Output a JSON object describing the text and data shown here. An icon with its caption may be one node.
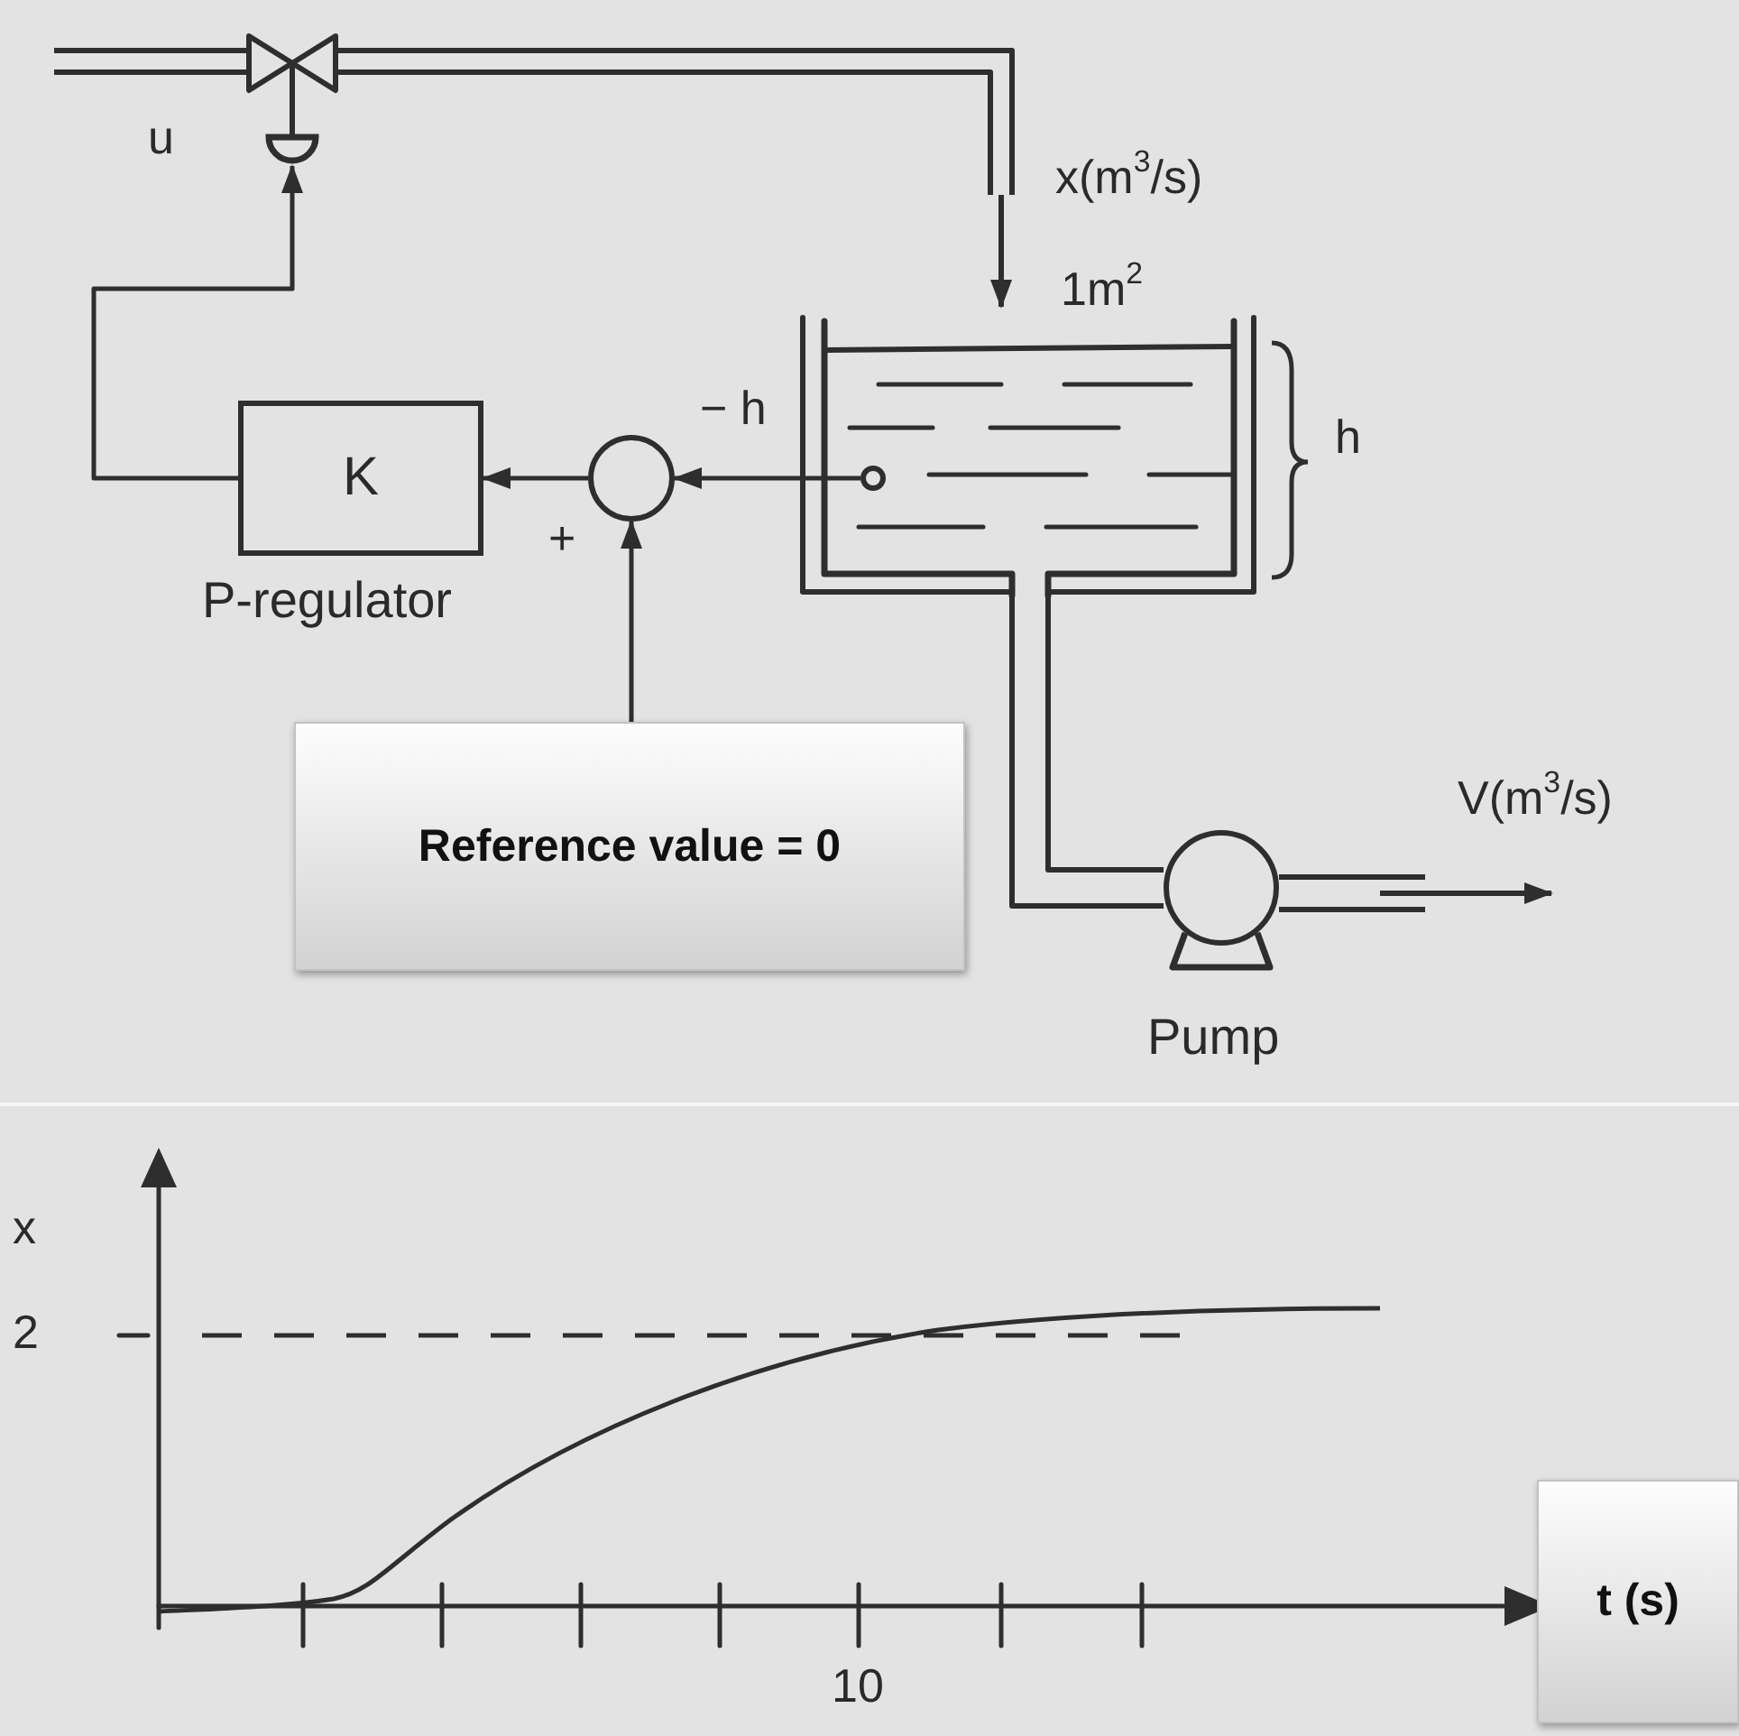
{
  "diagram": {
    "nodes": [
      {
        "text": [],
        "shape": "picture"
      },
      {
        "text": [
          "K"
        ],
        "beside": [
          "P-regulator"
        ]
      },
      {
        "text": [],
        "shape": "circle"
      },
      {
        "text": [],
        "shape": "picture"
      },
      {
        "text": [],
        "shape": "circle",
        "in": 3
      },
      {
        "text": [
          "Reference value = 0"
        ]
      },
      {
        "text": [],
        "shape": "circle",
        "beside": [
          "Pump"
        ]
      },
      {
        "text": [
          "t (s)"
        ]
      }
    ],
    "edges": [
      {
        "from": 0,
        "to": 3,
        "arrow": "to",
        "label": "x(m$^{3}$/s)"
      },
      {
        "from": 4,
        "to": 2,
        "arrow": "to",
        "label": "− h"
      },
      {
        "from": 5,
        "to": 2,
        "arrow": "to",
        "label": "+"
      },
      {
        "from": 2,
        "to": 1,
        "arrow": "to"
      },
      {
        "from": 1,
        "to": 0,
        "arrow": "to"
      },
      {
        "from": 3,
        "to": 6,
        "arrow": "none"
      },
      {
        "from": 6,
        "to": null,
        "arrow": "to",
        "label": "V(m$^{3}$/s)"
      }
    ],
    "labels": [
      "u",
      "1m$^{2}$",
      "h",
      "x",
      "2",
      "10"
    ]
  }
}
